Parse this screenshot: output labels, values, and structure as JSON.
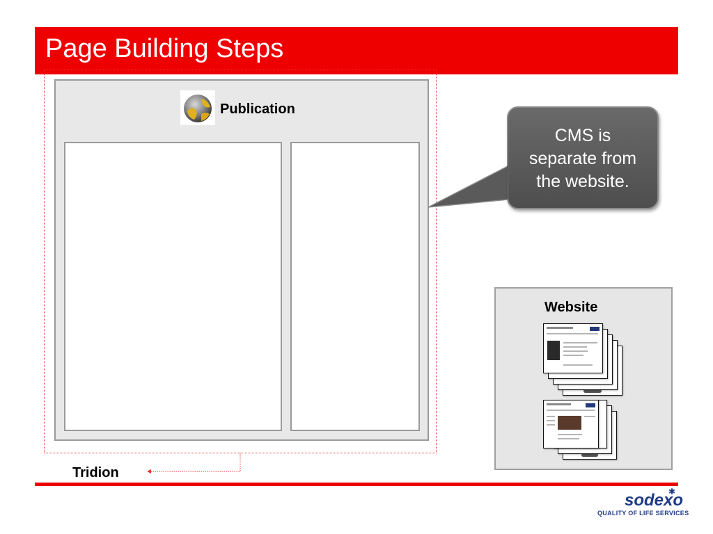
{
  "header": {
    "title": "Page Building Steps"
  },
  "publication": {
    "label": "Publication"
  },
  "callout": {
    "text": "CMS is\nseparate from\nthe website."
  },
  "website": {
    "label": "Website"
  },
  "tridion": {
    "label": "Tridion"
  },
  "footer": {
    "logo_word": "sodexo",
    "tagline": "QUALITY OF LIFE SERVICES"
  },
  "colors": {
    "title_bar": "#ee0000",
    "accent_red": "#ee0000",
    "brand_blue": "#203b86",
    "callout_fill": "#5c5c5c"
  },
  "icons": {
    "publication": "globe-icon",
    "callout_pointer": "callout-pointer",
    "tridion_connector": "dotted-arrow"
  }
}
